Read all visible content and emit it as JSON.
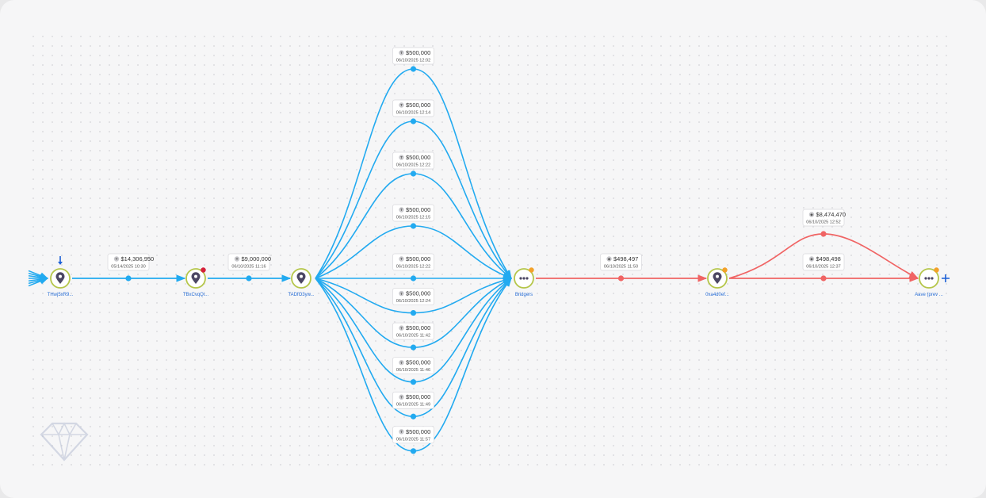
{
  "colors": {
    "blue_flow": "#22aaf0",
    "red_flow": "#f06464",
    "node_ring": "#b5c64a",
    "node_core": "#4b4663",
    "label_blue": "#2a6fd6",
    "badge_red": "#d6213b",
    "badge_orange": "#f3a12a",
    "arrow_blue": "#1a5fd6"
  },
  "nodes": [
    {
      "id": "n1",
      "label": "THwj5xR9...",
      "icon": "location-pin-icon",
      "badge": "",
      "arrow_in": true,
      "down_arrow": true
    },
    {
      "id": "n2",
      "label": "TBxCvqQi...",
      "icon": "location-pin-icon",
      "badge": "red"
    },
    {
      "id": "n3",
      "label": "TADfO3yw...",
      "icon": "location-pin-icon",
      "badge": ""
    },
    {
      "id": "n4",
      "label": "Bridgers",
      "icon": "more-dots-icon",
      "badge": "orange"
    },
    {
      "id": "n5",
      "label": "0xa4d0ef...",
      "icon": "location-pin-icon",
      "badge": "orange"
    },
    {
      "id": "n6",
      "label": "Aave (prev ...",
      "icon": "more-dots-icon",
      "badge": "orange",
      "plus": true
    }
  ],
  "edges": [
    {
      "from": "n1",
      "to": "n2",
      "color": "blue",
      "amount": "$14,306,950",
      "date": "05/14/2025 10:30",
      "coin": "tron"
    },
    {
      "from": "n2",
      "to": "n3",
      "color": "blue",
      "amount": "$9,000,000",
      "date": "06/10/2025 11:16",
      "coin": "tron"
    },
    {
      "from": "n4",
      "to": "n5",
      "color": "red",
      "amount": "$498,497",
      "date": "06/10/2025 11:50",
      "coin": "eth"
    },
    {
      "from": "n5",
      "to": "n6",
      "color": "red",
      "amount": "$8,474,470",
      "date": "06/10/2025 12:52",
      "coin": "eth",
      "arc": 1
    },
    {
      "from": "n5",
      "to": "n6",
      "color": "red",
      "amount": "$498,498",
      "date": "06/10/2025 12:37",
      "coin": "eth",
      "arc": 0
    }
  ],
  "fan_edges": [
    {
      "amount": "$500,000",
      "date": "06/10/2025 12:02",
      "arc": -4
    },
    {
      "amount": "$500,000",
      "date": "06/10/2025 12:14",
      "arc": -3
    },
    {
      "amount": "$500,000",
      "date": "06/10/2025 12:22",
      "arc": -2
    },
    {
      "amount": "$500,000",
      "date": "06/10/2025 12:15",
      "arc": -1
    },
    {
      "amount": "$500,000",
      "date": "06/10/2025 12:22",
      "arc": 0
    },
    {
      "amount": "$500,000",
      "date": "06/10/2025 12:24",
      "arc": 1
    },
    {
      "amount": "$500,000",
      "date": "06/10/2025 11:42",
      "arc": 2
    },
    {
      "amount": "$500,000",
      "date": "06/10/2025 11:46",
      "arc": 3
    },
    {
      "amount": "$500,000",
      "date": "06/10/2025 11:49",
      "arc": 4
    },
    {
      "amount": "$500,000",
      "date": "06/10/2025 11:57",
      "arc": 5
    }
  ],
  "coin_glyphs": {
    "tron": "T",
    "eth": "◆"
  },
  "watermark": "diamond-logo-icon"
}
